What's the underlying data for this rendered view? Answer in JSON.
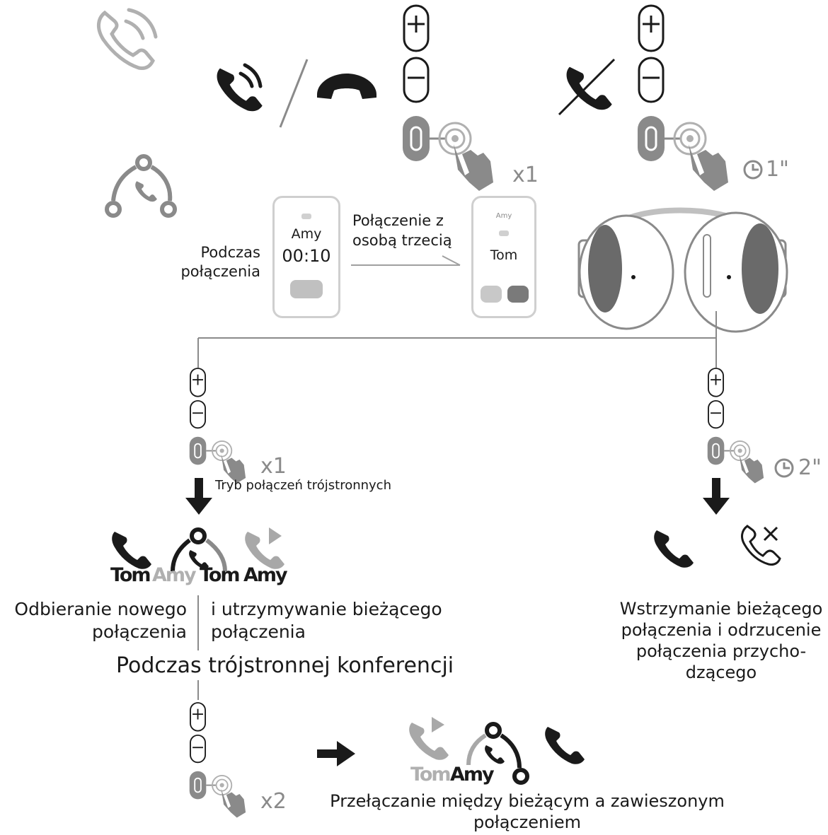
{
  "steps": {
    "press_count_1": "x1",
    "hold_time_1": "1\"",
    "press_count_2": "x1",
    "hold_time_2": "2\"",
    "press_count_3": "x2"
  },
  "phone1": {
    "caller": "Amy",
    "timer": "00:10",
    "caption": "Podczas\npołączenia"
  },
  "arrow_caption": "Połączenie z\nosobą trzecią",
  "phone2": {
    "held": "Amy",
    "incoming": "Tom"
  },
  "three_way_label": "Tryb połączeń trójstronnych",
  "names_row1": [
    "Tom",
    "Amy",
    "Tom",
    "Amy"
  ],
  "left_caption_a": "Odbieranie nowego\npołączenia",
  "left_caption_b": "i utrzymywanie bieżącego\npołączenia",
  "right_caption": "Wstrzymanie bieżącego\npołączenia i odrzucenie\npołączenia przycho-\ndzącego",
  "conference_title": "Podczas trójstronnej konferencji",
  "names_row2": [
    "Tom",
    "Amy"
  ],
  "bottom_caption": "Przełączanie między bieżącym a zawieszonym\npołączeniem",
  "colors": {
    "dark": "#1a1a1a",
    "grey": "#8a8a8a",
    "light": "#c8c8c8"
  }
}
